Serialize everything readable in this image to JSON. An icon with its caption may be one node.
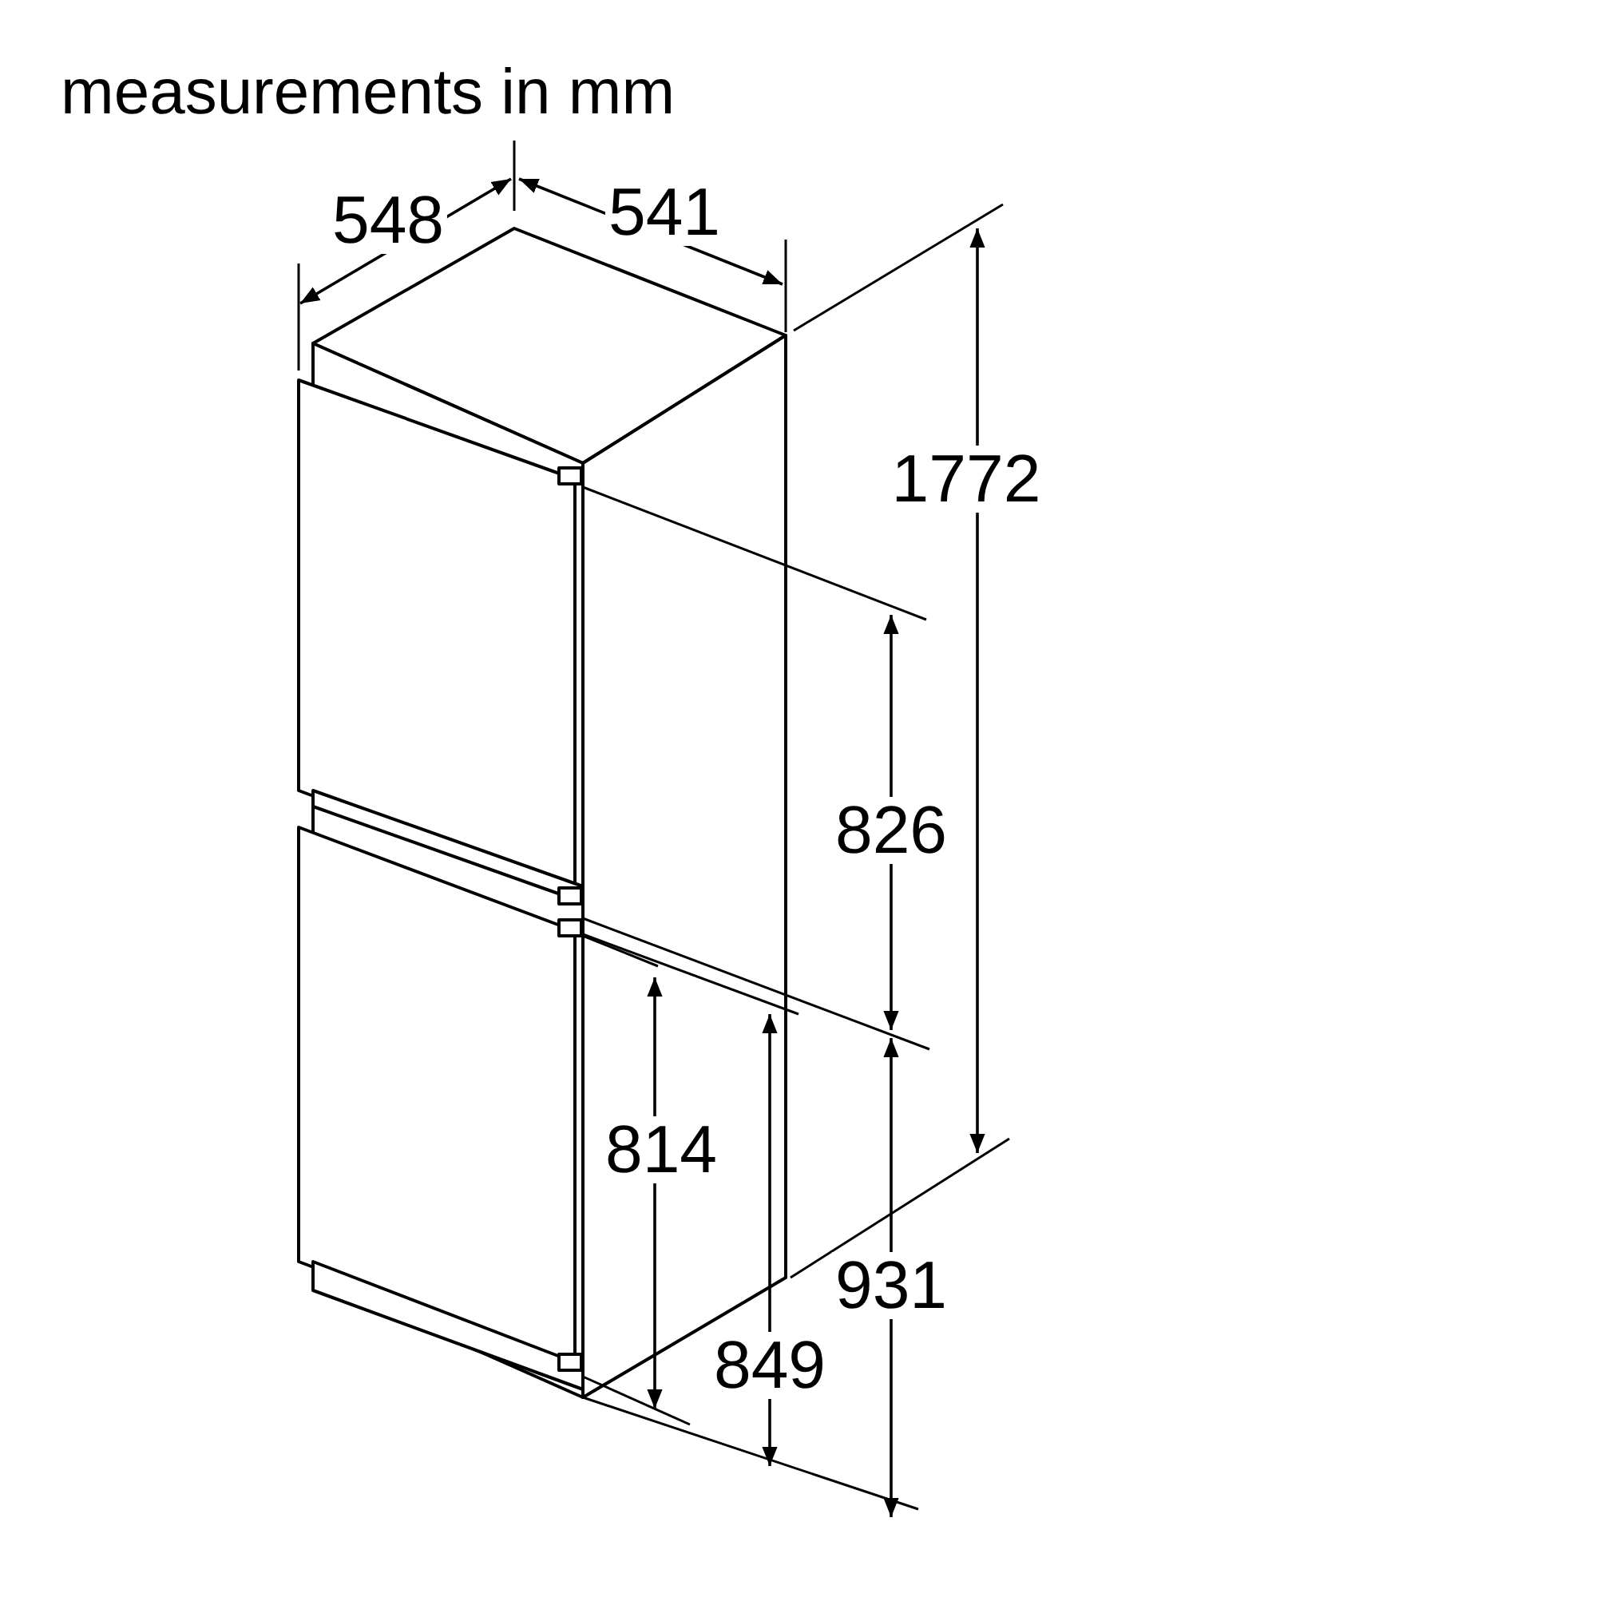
{
  "diagram": {
    "title": "measurements in mm",
    "labels": [
      "548",
      "541",
      "1772",
      "826",
      "814",
      "931",
      "849"
    ]
  }
}
